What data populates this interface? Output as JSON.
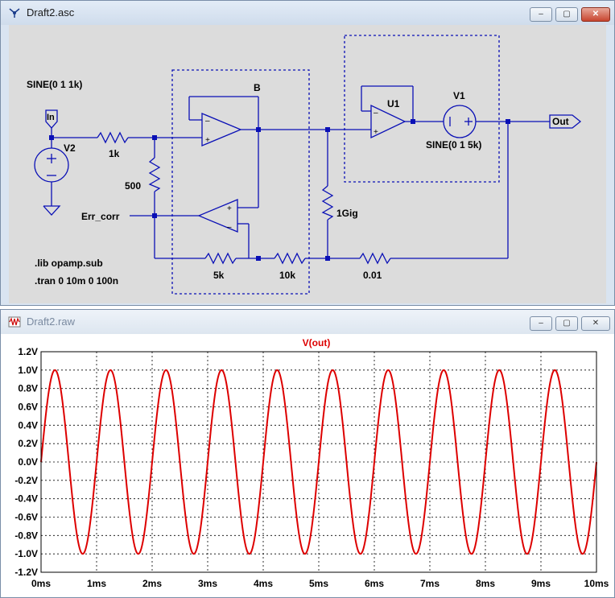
{
  "schematic_window": {
    "title": "Draft2.asc",
    "labels": {
      "v2_source": "SINE(0 1 1k)",
      "in_port": "In",
      "v2": "V2",
      "r_1k": "1k",
      "r_500": "500",
      "err_corr": "Err_corr",
      "block_b": "B",
      "u1": "U1",
      "v1": "V1",
      "v1_source": "SINE(0 1 5k)",
      "out_port": "Out",
      "r_1gig": "1Gig",
      "r_5k": "5k",
      "r_10k": "10k",
      "r_001": "0.01",
      "lib_directive": ".lib opamp.sub",
      "tran_directive": ".tran 0 10m 0 100n"
    }
  },
  "plot_window": {
    "title": "Draft2.raw"
  },
  "chart_data": {
    "type": "line",
    "title": "V(out)",
    "xlabel": "",
    "ylabel": "",
    "xlim": [
      0,
      10
    ],
    "ylim": [
      -1.2,
      1.2
    ],
    "x_ticks": [
      "0ms",
      "1ms",
      "2ms",
      "3ms",
      "4ms",
      "5ms",
      "6ms",
      "7ms",
      "8ms",
      "9ms",
      "10ms"
    ],
    "y_ticks": [
      "1.2V",
      "1.0V",
      "0.8V",
      "0.6V",
      "0.4V",
      "0.2V",
      "0.0V",
      "-0.2V",
      "-0.4V",
      "-0.6V",
      "-0.8V",
      "-1.0V",
      "-1.2V"
    ],
    "grid": true,
    "series": [
      {
        "name": "V(out)",
        "color": "#dd0000",
        "function": "sine",
        "amplitude": 1.0,
        "frequency_khz": 1.0,
        "offset": 0.0,
        "x_start_ms": 0,
        "x_end_ms": 10
      }
    ]
  }
}
